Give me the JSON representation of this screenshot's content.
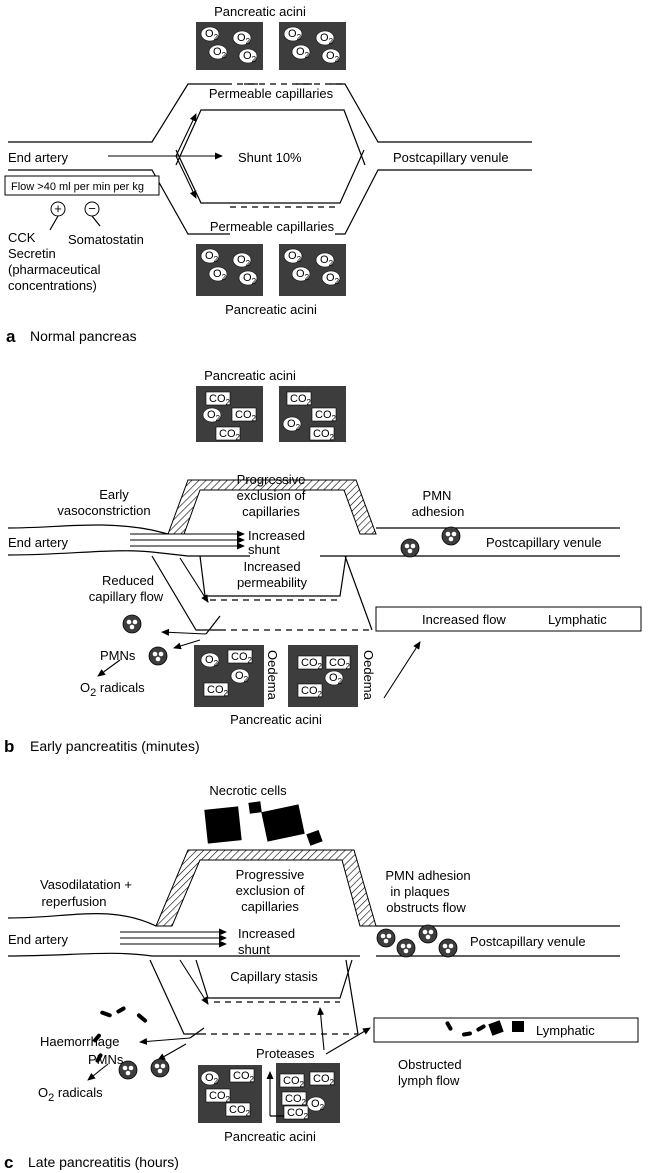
{
  "panel_a": {
    "letter": "a",
    "title": "Normal pancreas",
    "pancreatic_acini_top": "Pancreatic acini",
    "pancreatic_acini_bottom": "Pancreatic acini",
    "permeable_capillaries_top": "Permeable capillaries",
    "permeable_capillaries_bottom": "Permeable capillaries",
    "end_artery": "End artery",
    "shunt": "Shunt 10%",
    "postcapillary_venule": "Postcapillary venule",
    "flow_box": "Flow >40 ml per min per kg",
    "plus_sign": "+",
    "minus_sign": "−",
    "cck": "CCK",
    "secretin": "Secretin",
    "pharma_1": "(pharmaceutical",
    "pharma_2": "concentrations)",
    "somatostatin": "Somatostatin"
  },
  "panel_b": {
    "letter": "b",
    "title": "Early pancreatitis (minutes)",
    "pancreatic_acini_top": "Pancreatic acini",
    "pancreatic_acini_bottom": "Pancreatic acini",
    "early_1": "Early",
    "early_2": "vasoconstriction",
    "progressive_1": "Progressive",
    "progressive_2": "exclusion of",
    "progressive_3": "capillaries",
    "pmn_adhesion_1": "PMN",
    "pmn_adhesion_2": "adhesion",
    "end_artery": "End artery",
    "increased_shunt_1": "Increased",
    "increased_shunt_2": "shunt",
    "postcapillary_venule": "Postcapillary venule",
    "increased_perm_1": "Increased",
    "increased_perm_2": "permeability",
    "reduced_flow_1": "Reduced",
    "reduced_flow_2": "capillary flow",
    "increased_flow": "Increased flow",
    "lymphatic": "Lymphatic",
    "pmns": "PMNs",
    "o2_radicals_prefix": "O",
    "o2_radicals_sub": "2",
    "o2_radicals_suffix": " radicals",
    "oedema_1": "Oedema",
    "oedema_2": "Oedema"
  },
  "panel_c": {
    "letter": "c",
    "title": "Late pancreatitis (hours)",
    "necrotic_cells": "Necrotic cells",
    "vasodilatation_1": "Vasodilatation +",
    "vasodilatation_2": "reperfusion",
    "progressive_1": "Progressive",
    "progressive_2": "exclusion of",
    "progressive_3": "capillaries",
    "pmn_plaques_1": "PMN adhesion",
    "pmn_plaques_2": "in plaques",
    "pmn_plaques_3": "obstructs flow",
    "end_artery": "End artery",
    "increased_shunt_1": "Increased",
    "increased_shunt_2": "shunt",
    "postcapillary_venule": "Postcapillary venule",
    "capillary_stasis": "Capillary stasis",
    "haemorrhage": "Haemorrhage",
    "lymphatic": "Lymphatic",
    "obstructed_1": "Obstructed",
    "obstructed_2": "lymph flow",
    "pmns": "PMNs",
    "proteases": "Proteases",
    "o2_radicals_prefix": "O",
    "o2_radicals_sub": "2",
    "o2_radicals_suffix": " radicals",
    "pancreatic_acini_bottom": "Pancreatic acini"
  },
  "chem": {
    "o2_main": "O",
    "o2_sub": "2",
    "co2_main": "CO",
    "co2_sub": "2"
  }
}
